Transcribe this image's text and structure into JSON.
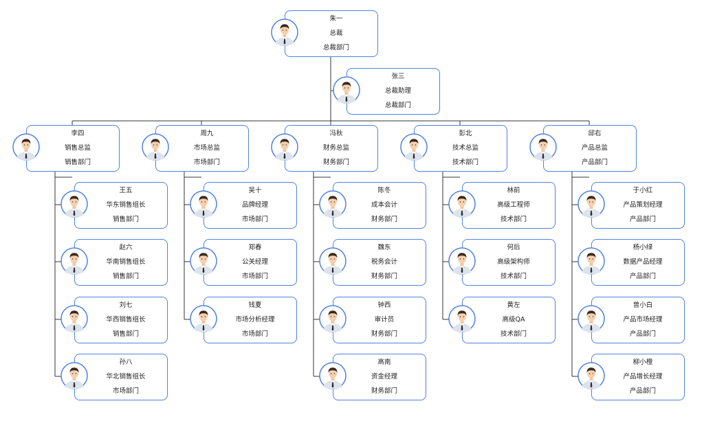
{
  "theme": {
    "border": "#4f81e0",
    "line": "#333333"
  },
  "avatar_icon": "businessman-avatar-icon",
  "ceo": {
    "name": "朱一",
    "title": "总裁",
    "dept": "总裁部门"
  },
  "assistant": {
    "name": "张三",
    "title": "总裁助理",
    "dept": "总裁部门"
  },
  "departments": [
    {
      "head": {
        "name": "李四",
        "title": "销售总监",
        "dept": "销售部门"
      },
      "staff": [
        {
          "name": "王五",
          "title": "华东销售组长",
          "dept": "销售部门"
        },
        {
          "name": "赵六",
          "title": "华南销售组长",
          "dept": "销售部门"
        },
        {
          "name": "刘七",
          "title": "华西销售组长",
          "dept": "销售部门"
        },
        {
          "name": "孙八",
          "title": "华北销售组长",
          "dept": "市场部门"
        }
      ]
    },
    {
      "head": {
        "name": "周九",
        "title": "市场总监",
        "dept": "市场部门"
      },
      "staff": [
        {
          "name": "吴十",
          "title": "品牌经理",
          "dept": "市场部门"
        },
        {
          "name": "郑春",
          "title": "公关经理",
          "dept": "市场部门"
        },
        {
          "name": "钱夏",
          "title": "市场分析经理",
          "dept": "市场部门"
        }
      ]
    },
    {
      "head": {
        "name": "冯秋",
        "title": "财务总监",
        "dept": "财务部门"
      },
      "staff": [
        {
          "name": "陈冬",
          "title": "成本会计",
          "dept": "财务部门"
        },
        {
          "name": "魏东",
          "title": "税务会计",
          "dept": "财务部门"
        },
        {
          "name": "钟西",
          "title": "审计员",
          "dept": "财务部门"
        },
        {
          "name": "高南",
          "title": "资金经理",
          "dept": "财务部门"
        }
      ]
    },
    {
      "head": {
        "name": "彭北",
        "title": "技术总监",
        "dept": "技术部门"
      },
      "staff": [
        {
          "name": "林前",
          "title": "高级工程师",
          "dept": "技术部门"
        },
        {
          "name": "何后",
          "title": "高级架构师",
          "dept": "技术部门"
        },
        {
          "name": "黄左",
          "title": "高级QA",
          "dept": "技术部门"
        }
      ]
    },
    {
      "head": {
        "name": "邱右",
        "title": "产品总监",
        "dept": "产品部门"
      },
      "staff": [
        {
          "name": "于小红",
          "title": "产品策划经理",
          "dept": "产品部门"
        },
        {
          "name": "杨小绿",
          "title": "数据产品经理",
          "dept": "产品部门"
        },
        {
          "name": "曾小白",
          "title": "产品市场经理",
          "dept": "产品部门"
        },
        {
          "name": "柳小橙",
          "title": "产品增长经理",
          "dept": "产品部门"
        }
      ]
    }
  ]
}
